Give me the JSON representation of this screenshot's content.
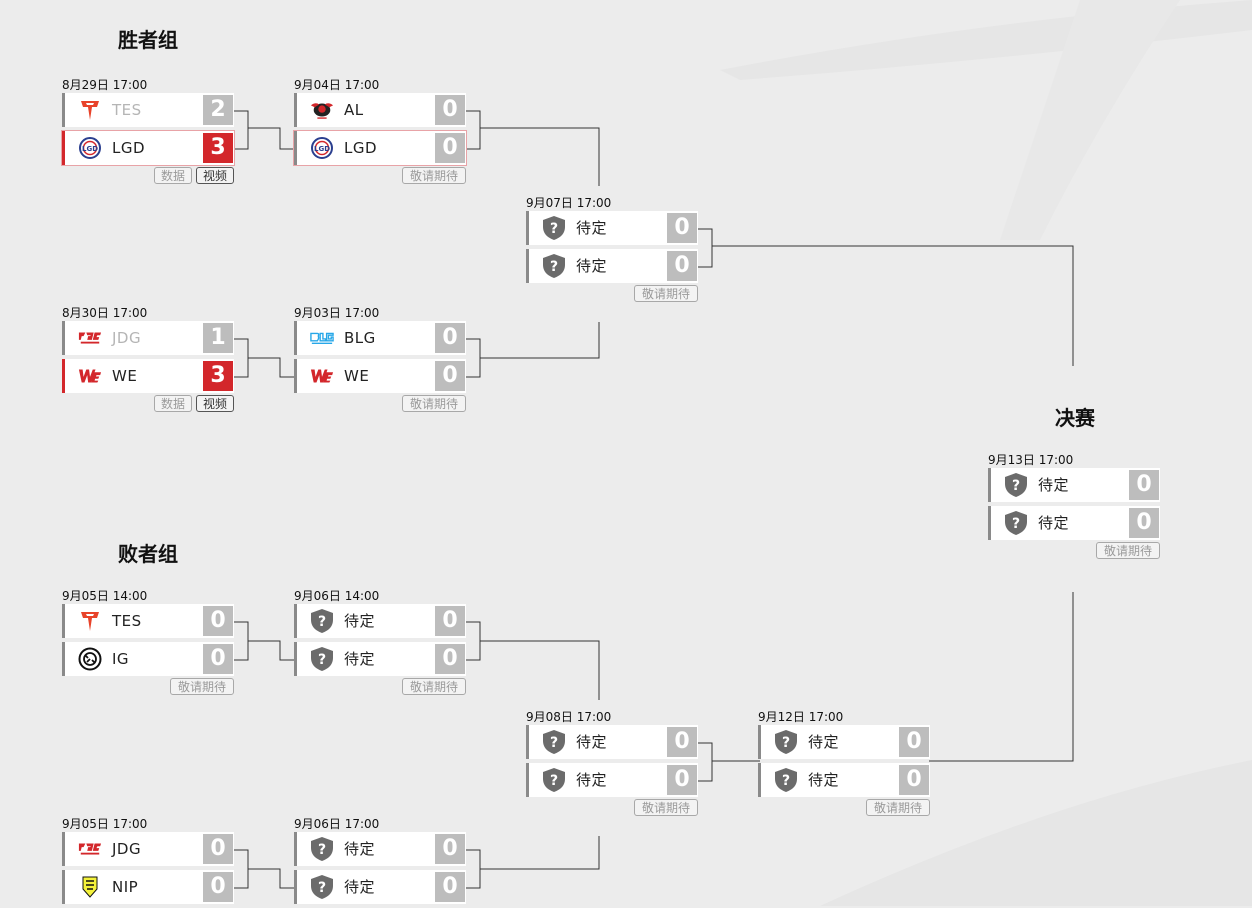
{
  "sections": {
    "winners": "胜者组",
    "final": "决赛",
    "losers": "败者组"
  },
  "labels": {
    "data": "数据",
    "video": "视频",
    "wait": "敬请期待"
  },
  "matches": [
    {
      "time": "8月29日 17:00",
      "teams": [
        {
          "name": "TES",
          "score": "2",
          "logo": "tes"
        },
        {
          "name": "LGD",
          "score": "3",
          "logo": "lgd"
        }
      ],
      "winner": 1
    },
    {
      "time": "9月04日 17:00",
      "teams": [
        {
          "name": "AL",
          "score": "0",
          "logo": "al"
        },
        {
          "name": "LGD",
          "score": "0",
          "logo": "lgd"
        }
      ]
    },
    {
      "time": "9月07日 17:00",
      "teams": [
        {
          "name": "待定",
          "score": "0",
          "logo": "tbd"
        },
        {
          "name": "待定",
          "score": "0",
          "logo": "tbd"
        }
      ]
    },
    {
      "time": "8月30日 17:00",
      "teams": [
        {
          "name": "JDG",
          "score": "1",
          "logo": "jdg"
        },
        {
          "name": "WE",
          "score": "3",
          "logo": "we"
        }
      ],
      "winner": 1
    },
    {
      "time": "9月03日 17:00",
      "teams": [
        {
          "name": "BLG",
          "score": "0",
          "logo": "blg"
        },
        {
          "name": "WE",
          "score": "0",
          "logo": "we"
        }
      ]
    },
    {
      "time": "9月13日 17:00",
      "teams": [
        {
          "name": "待定",
          "score": "0",
          "logo": "tbd"
        },
        {
          "name": "待定",
          "score": "0",
          "logo": "tbd"
        }
      ]
    },
    {
      "time": "9月05日 14:00",
      "teams": [
        {
          "name": "TES",
          "score": "0",
          "logo": "tes"
        },
        {
          "name": "IG",
          "score": "0",
          "logo": "ig"
        }
      ]
    },
    {
      "time": "9月06日 14:00",
      "teams": [
        {
          "name": "待定",
          "score": "0",
          "logo": "tbd"
        },
        {
          "name": "待定",
          "score": "0",
          "logo": "tbd"
        }
      ]
    },
    {
      "time": "9月08日 17:00",
      "teams": [
        {
          "name": "待定",
          "score": "0",
          "logo": "tbd"
        },
        {
          "name": "待定",
          "score": "0",
          "logo": "tbd"
        }
      ]
    },
    {
      "time": "9月12日 17:00",
      "teams": [
        {
          "name": "待定",
          "score": "0",
          "logo": "tbd"
        },
        {
          "name": "待定",
          "score": "0",
          "logo": "tbd"
        }
      ]
    },
    {
      "time": "9月05日 17:00",
      "teams": [
        {
          "name": "JDG",
          "score": "0",
          "logo": "jdg"
        },
        {
          "name": "NIP",
          "score": "0",
          "logo": "nip"
        }
      ]
    },
    {
      "time": "9月06日 17:00",
      "teams": [
        {
          "name": "待定",
          "score": "0",
          "logo": "tbd"
        },
        {
          "name": "待定",
          "score": "0",
          "logo": "tbd"
        }
      ]
    }
  ],
  "colors": {
    "winner_red": "#d3272b",
    "score_gray": "#bdbdbd",
    "background": "#ececec"
  }
}
